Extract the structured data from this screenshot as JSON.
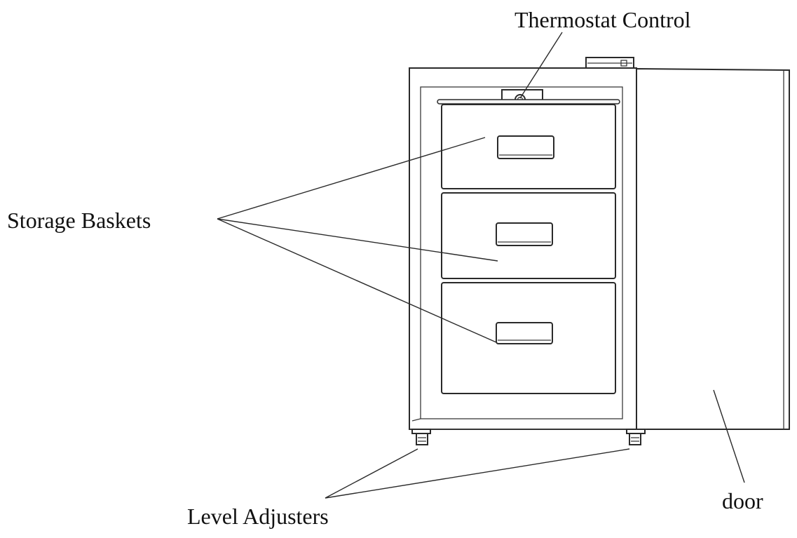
{
  "labels": {
    "thermostat_control": "Thermostat Control",
    "storage_baskets": "Storage Baskets",
    "door": "door",
    "level_adjusters": "Level Adjusters"
  },
  "colors": {
    "line": "#2a2a2a",
    "background": "#ffffff",
    "text": "#111111"
  }
}
